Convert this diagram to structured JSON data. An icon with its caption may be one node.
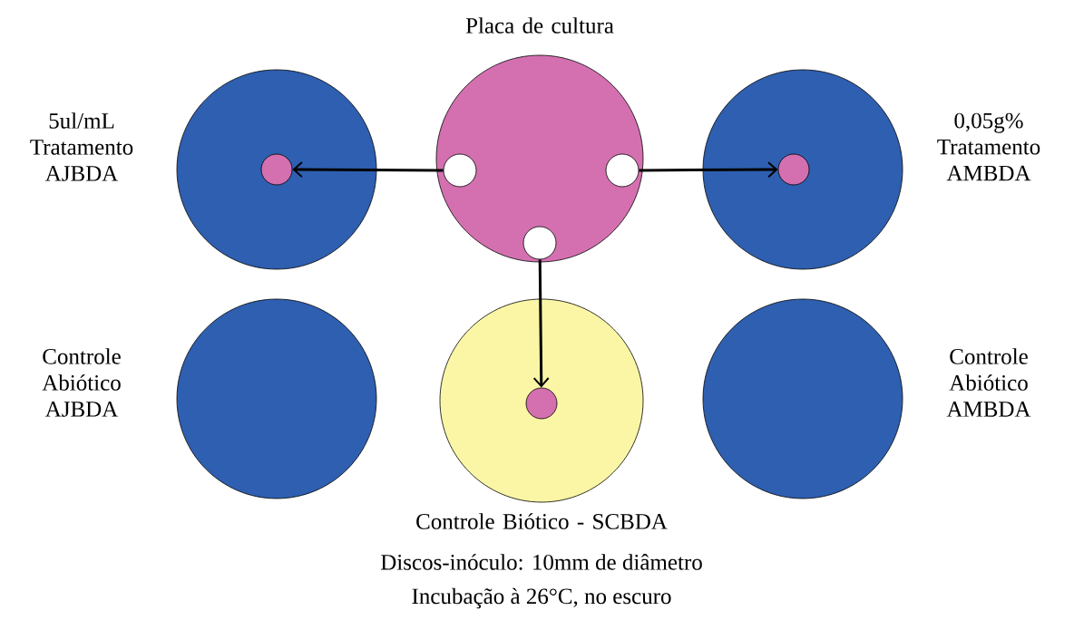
{
  "diagram": {
    "nodes": [
      {
        "text": [
          "Placa de cultura"
        ]
      },
      {
        "text": [],
        "shape": "circle",
        "in": 0
      },
      {
        "text": [],
        "shape": "circle",
        "in": 0
      },
      {
        "text": [],
        "shape": "circle",
        "in": 0
      },
      {
        "text": [
          "5ul/mL Tratamento AJBDA"
        ]
      },
      {
        "text": [],
        "shape": "circle",
        "in": 4
      },
      {
        "text": [
          "0,05g% Tratamento AMBDA"
        ]
      },
      {
        "text": [],
        "shape": "circle",
        "in": 6
      },
      {
        "text": [
          "Controle Abiótico AJBDA"
        ]
      },
      {
        "text": [
          "Controle Biótico - SCBDA"
        ]
      },
      {
        "text": [],
        "shape": "circle",
        "in": 9
      },
      {
        "text": [
          "Controle Abiótico AMBDA"
        ]
      }
    ],
    "edges": [
      {
        "from": 1,
        "to": 5,
        "arrow": "to"
      },
      {
        "from": 2,
        "to": 7,
        "arrow": "to"
      },
      {
        "from": 3,
        "to": 10,
        "arrow": "to"
      }
    ],
    "labels": [
      "Discos-inóculo: 10mm de diâmetro",
      "Incubação à 26°C, no escuro"
    ]
  }
}
